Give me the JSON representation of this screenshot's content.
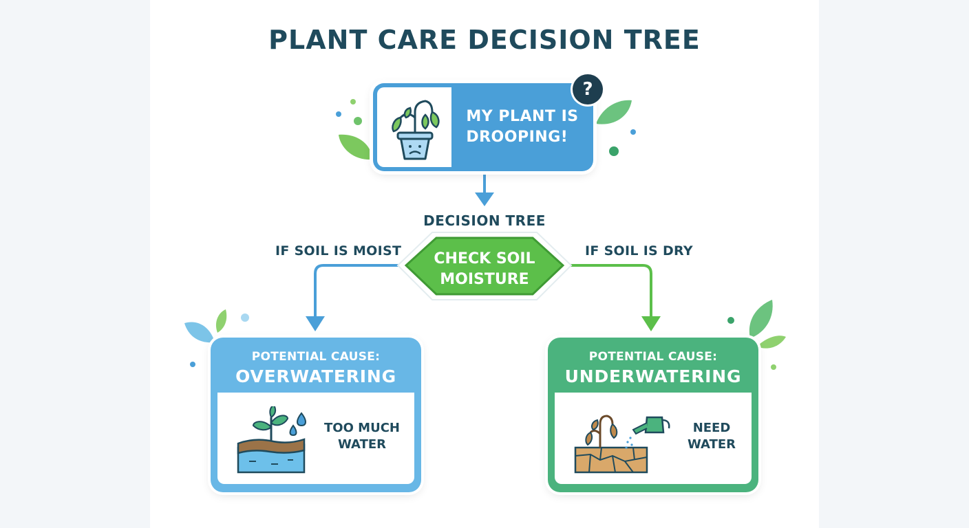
{
  "title": "PLANT CARE DECISION TREE",
  "colors": {
    "heading": "#1f4a5c",
    "blue": "#4a9fd8",
    "light_blue": "#68b7e6",
    "green": "#5cbf4a",
    "teal_green": "#4bb37e",
    "dark_badge": "#1e3e4f"
  },
  "start_node": {
    "text": "MY PLANT IS\nDROOPING!",
    "icon": "wilting-plant-icon",
    "badge": "?"
  },
  "decision": {
    "label": "DECISION TREE",
    "text": "CHECK SOIL\nMOISTURE"
  },
  "branches": {
    "left": {
      "condition": "IF SOIL IS MOIST",
      "cause_prefix": "POTENTIAL CAUSE:",
      "cause": "OVERWATERING",
      "note": "TOO MUCH\nWATER",
      "icon": "soggy-soil-icon"
    },
    "right": {
      "condition": "IF SOIL IS DRY",
      "cause_prefix": "POTENTIAL CAUSE:",
      "cause": "UNDERWATERING",
      "note": "NEED\nWATER",
      "icon": "dry-soil-watering-can-icon"
    }
  }
}
